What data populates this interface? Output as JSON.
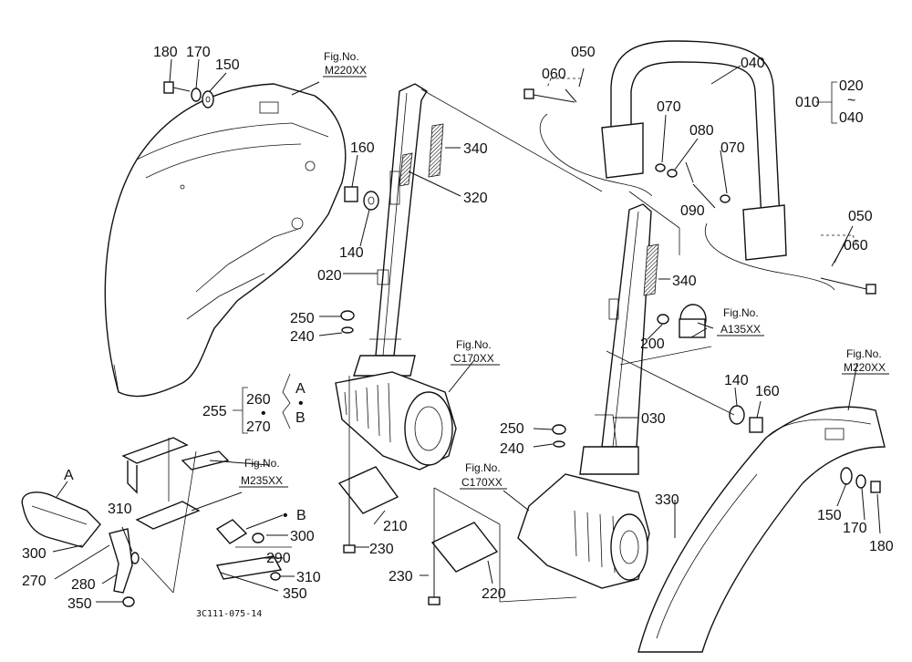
{
  "diagram_code": "3C111-075-14",
  "fig_refs": {
    "prefix": "Fig.No.",
    "m220_left": "M220XX",
    "m220_right": "M220XX",
    "c170_left": "C170XX",
    "c170_right": "C170XX",
    "a135": "A135XX",
    "m235": "M235XX"
  },
  "group_010": {
    "main": "010",
    "top": "020",
    "tilde": "~",
    "bottom": "040"
  },
  "group_255": {
    "main": "255",
    "a": "260",
    "b": "270",
    "dot": "•",
    "ka": "A",
    "kb": "B"
  },
  "letters": {
    "a": "A",
    "b": "B",
    "bullet": "•"
  },
  "labels": {
    "p180a": "180",
    "p170a": "170",
    "p150a": "150",
    "p160a": "160",
    "p140a": "140",
    "p020": "020",
    "p340a": "340",
    "p320": "320",
    "p250a": "250",
    "p240a": "240",
    "p210": "210",
    "p230a": "230",
    "p310a": "310",
    "p300a": "300",
    "p270": "270",
    "p280": "280",
    "p350a": "350",
    "p300b": "300",
    "p290": "290",
    "p310b": "310",
    "p350b": "350",
    "p050a": "050",
    "p060a": "060",
    "p040": "040",
    "p070a": "070",
    "p080": "080",
    "p070b": "070",
    "p090": "090",
    "p050b": "050",
    "p060b": "060",
    "p340b": "340",
    "p200": "200",
    "p030": "030",
    "p140b": "140",
    "p160b": "160",
    "p250b": "250",
    "p240b": "240",
    "p230b": "230",
    "p220": "220",
    "p330": "330",
    "p150b": "150",
    "p170b": "170",
    "p180b": "180"
  }
}
